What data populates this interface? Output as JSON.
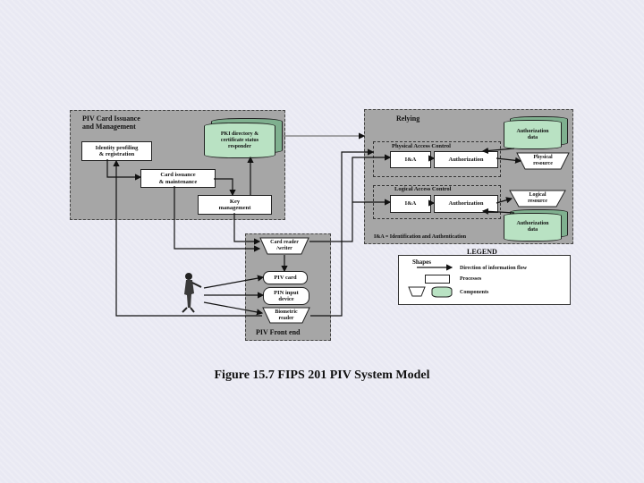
{
  "issuance": {
    "title_line1": "PIV Card Issuance",
    "title_line2": "and Management",
    "identity_line1": "Identity profiling",
    "identity_line2": "& registration",
    "card_issuance_line1": "Card issuance",
    "card_issuance_line2": "& maintenance",
    "key_mgmt_line1": "Key",
    "key_mgmt_line2": "management",
    "pki_line1": "PKI directory &",
    "pki_line2": "certificate status",
    "pki_line3": "responder"
  },
  "relying": {
    "title": "Relying",
    "physical_title": "Physical Access Control",
    "logical_title": "Logical Access Control",
    "ia_label_1": "I&A",
    "auth_label_1": "Authorization",
    "ia_label_2": "I&A",
    "auth_label_2": "Authorization",
    "authdata1_line1": "Authorization",
    "authdata1_line2": "data",
    "authdata2_line1": "Authorization",
    "authdata2_line2": "data",
    "physical_res_line1": "Physical",
    "physical_res_line2": "resource",
    "logical_res_line1": "Logical",
    "logical_res_line2": "resource",
    "footnote": "I&A = Identification and Authentication"
  },
  "frontend": {
    "title": "PIV Front end",
    "card_reader_line1": "Card reader",
    "card_reader_line2": "/writer",
    "piv_card": "PIV card",
    "pin_line1": "PIN input",
    "pin_line2": "device",
    "bio_line1": "Biometric",
    "bio_line2": "reader"
  },
  "legend": {
    "title": "LEGEND",
    "shapes": "Shapes",
    "flow": "Direction of information flow",
    "processes": "Processes",
    "components": "Components"
  },
  "caption": "Figure 15.7  FIPS 201 PIV System Model",
  "colors": {
    "panel": "#a6a6a6",
    "component_fill": "#b9e2c3",
    "component_shadow": "#7fb08f"
  }
}
